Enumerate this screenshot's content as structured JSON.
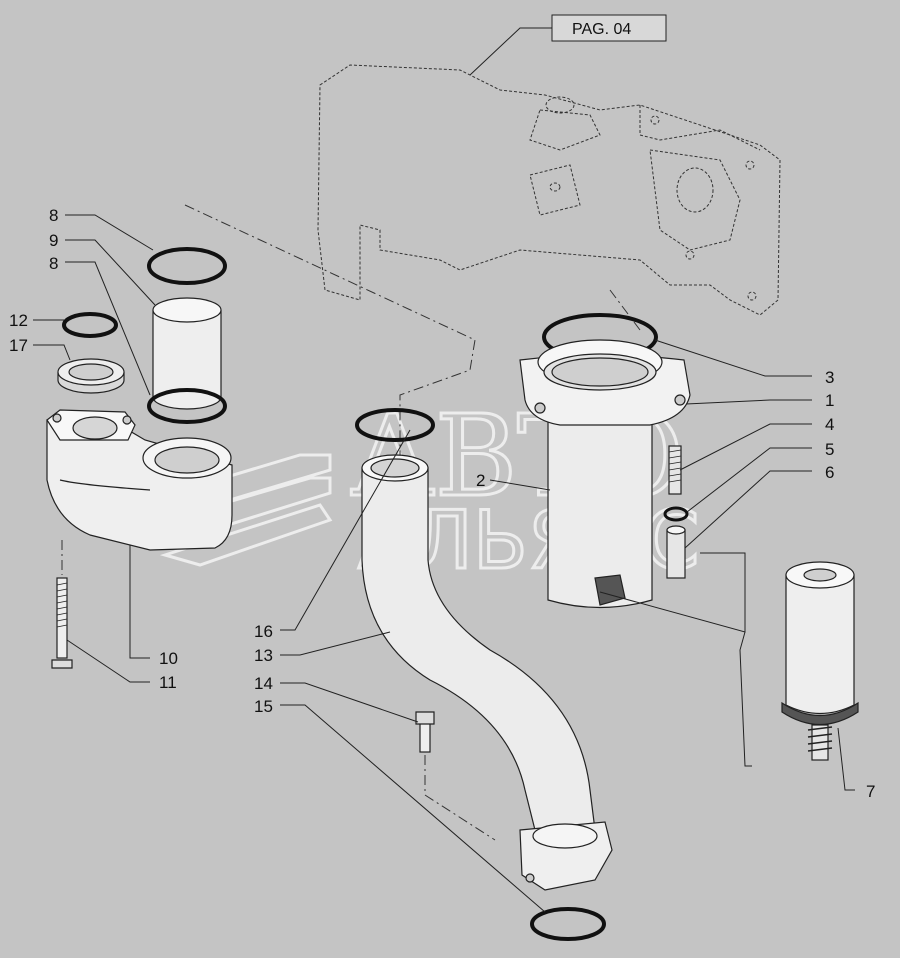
{
  "page_ref": "PAG. 04",
  "watermark": {
    "line1": "АВТО",
    "line2": "АЛЬЯНС"
  },
  "callouts": [
    {
      "id": "c8a",
      "text": "8"
    },
    {
      "id": "c9",
      "text": "9"
    },
    {
      "id": "c8b",
      "text": "8"
    },
    {
      "id": "c12",
      "text": "12"
    },
    {
      "id": "c17",
      "text": "17"
    },
    {
      "id": "c3",
      "text": "3"
    },
    {
      "id": "c1",
      "text": "1"
    },
    {
      "id": "c4",
      "text": "4"
    },
    {
      "id": "c5",
      "text": "5"
    },
    {
      "id": "c6",
      "text": "6"
    },
    {
      "id": "c2",
      "text": "2"
    },
    {
      "id": "c16",
      "text": "16"
    },
    {
      "id": "c10",
      "text": "10"
    },
    {
      "id": "c13",
      "text": "13"
    },
    {
      "id": "c11",
      "text": "11"
    },
    {
      "id": "c14",
      "text": "14"
    },
    {
      "id": "c15",
      "text": "15"
    },
    {
      "id": "c7",
      "text": "7"
    }
  ]
}
